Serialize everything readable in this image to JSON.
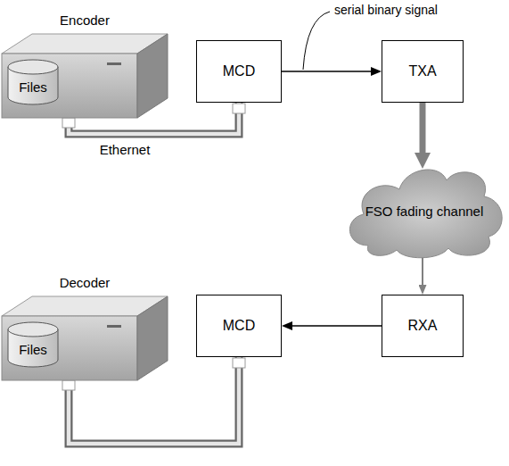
{
  "diagram": {
    "nodes": [
      {
        "text": [
          "Encoder"
        ]
      },
      {
        "text": [
          "Files"
        ],
        "in": 0
      },
      {
        "text": [
          "MCD"
        ]
      },
      {
        "text": [
          "TXA"
        ]
      },
      {
        "text": [
          "FSO fading channel"
        ]
      },
      {
        "text": [
          "RXA"
        ]
      },
      {
        "text": [
          "Decoder"
        ]
      },
      {
        "text": [
          "Files"
        ],
        "in": 6
      },
      {
        "text": [
          "MCD"
        ]
      }
    ],
    "edges": [
      {
        "from": 0,
        "to": 2,
        "arrow": "none",
        "label": "Ethernet"
      },
      {
        "from": 2,
        "to": 3,
        "arrow": "to"
      },
      {
        "from": 3,
        "to": 4,
        "arrow": "to"
      },
      {
        "from": 4,
        "to": 5,
        "arrow": "to"
      },
      {
        "from": 5,
        "to": 8,
        "arrow": "to"
      },
      {
        "from": 6,
        "to": 8,
        "arrow": "none"
      }
    ],
    "labels": [
      "serial binary signal"
    ]
  }
}
